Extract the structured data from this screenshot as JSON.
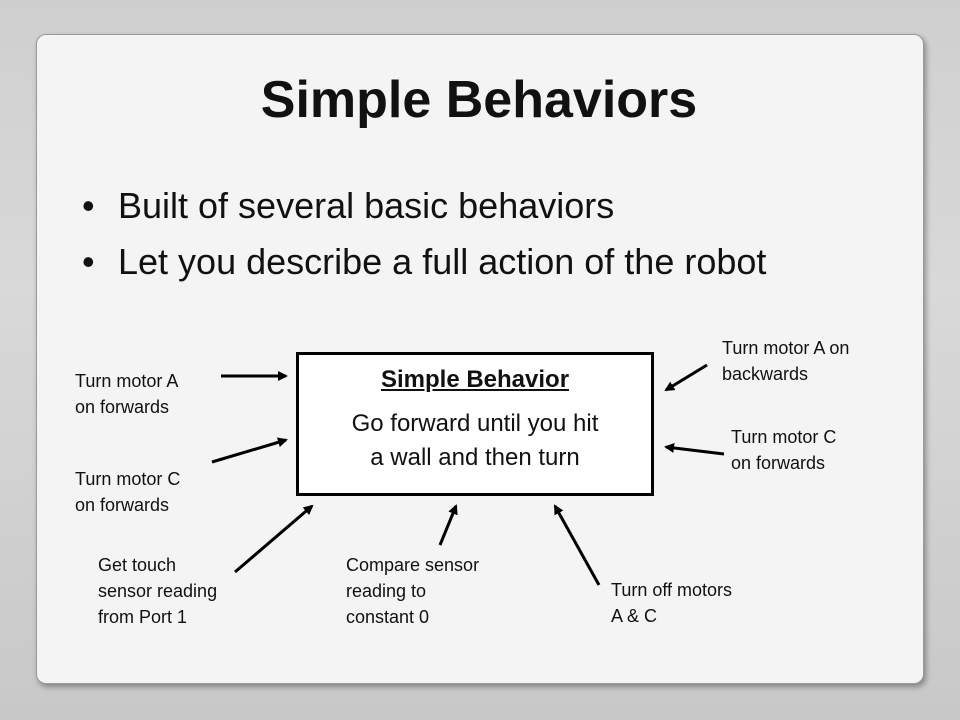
{
  "title": "Simple Behaviors",
  "bullets": [
    {
      "marker": "•",
      "text": "Built of several basic behaviors"
    },
    {
      "marker": "•",
      "text": "Let you describe a full action of the robot"
    }
  ],
  "behavior_box": {
    "heading": "Simple Behavior",
    "description_line1": "Go forward until you hit",
    "description_line2": "a wall and then turn"
  },
  "inputs": {
    "motor_a_forward": {
      "line1": "Turn motor A",
      "line2": "on forwards"
    },
    "motor_c_forward_left": {
      "line1": "Turn motor C",
      "line2": "on forwards"
    },
    "touch_sensor": {
      "line1": "Get touch",
      "line2": "sensor reading",
      "line3": "from Port 1"
    },
    "compare_sensor": {
      "line1": "Compare sensor",
      "line2": "reading to",
      "line3": "constant 0"
    },
    "motors_off": {
      "line1": "Turn off motors",
      "line2": "A & C"
    },
    "motor_a_backward": {
      "line1": "Turn motor A on",
      "line2": "backwards"
    },
    "motor_c_forward_right": {
      "line1": "Turn motor C",
      "line2": "on forwards"
    }
  }
}
